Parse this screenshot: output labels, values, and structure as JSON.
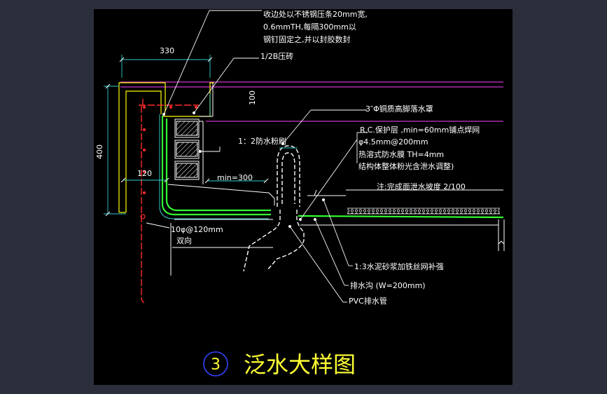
{
  "colors": {
    "outer_bg": "#2a2f3b",
    "canvas_bg": "#000000",
    "line_white": "#ffffff",
    "line_yellow": "#ffff00",
    "line_magenta": "#cc33cc",
    "line_green": "#33ff33",
    "line_cyan": "#33cccc",
    "line_red": "#ff2a2a",
    "title_yellow": "#ffff33",
    "circle_blue": "#3344ff"
  },
  "annotations": {
    "edge_note_1": "收边处以不锈钢压条20mm宽,",
    "edge_note_2": "0.6mmTH,每隔300mm以",
    "edge_note_3": "钢钉固定之,并以封胶数封",
    "brick": "1/2B压砖",
    "dim_330": "330",
    "dim_100": "100",
    "dim_400": "400",
    "dim_120": "120",
    "waterproof_powder": "1：2防水粉刷",
    "min_300": "min=300",
    "drain_cover": "3″Φ铜质高脚落水罩",
    "rc_layer_1": "R.C.保护层 ,min=60mm铺点焊网",
    "rc_layer_2": "φ4.5mm@200mm",
    "rc_layer_3": "热溶式防水膜 TH=4mm",
    "rc_layer_4": "结构体整体粉光含泄水调整)",
    "slope_note": "注:完成面泄水坡度 2/100",
    "rebar_1": "10φ@120mm",
    "rebar_2": "双向",
    "mortar": "1:3水泥砂浆加铁丝网补强",
    "gutter": "排水沟 (W=200mm)",
    "pvc": "PVC排水管"
  },
  "title": {
    "number": "3",
    "text": "泛水大样图"
  }
}
